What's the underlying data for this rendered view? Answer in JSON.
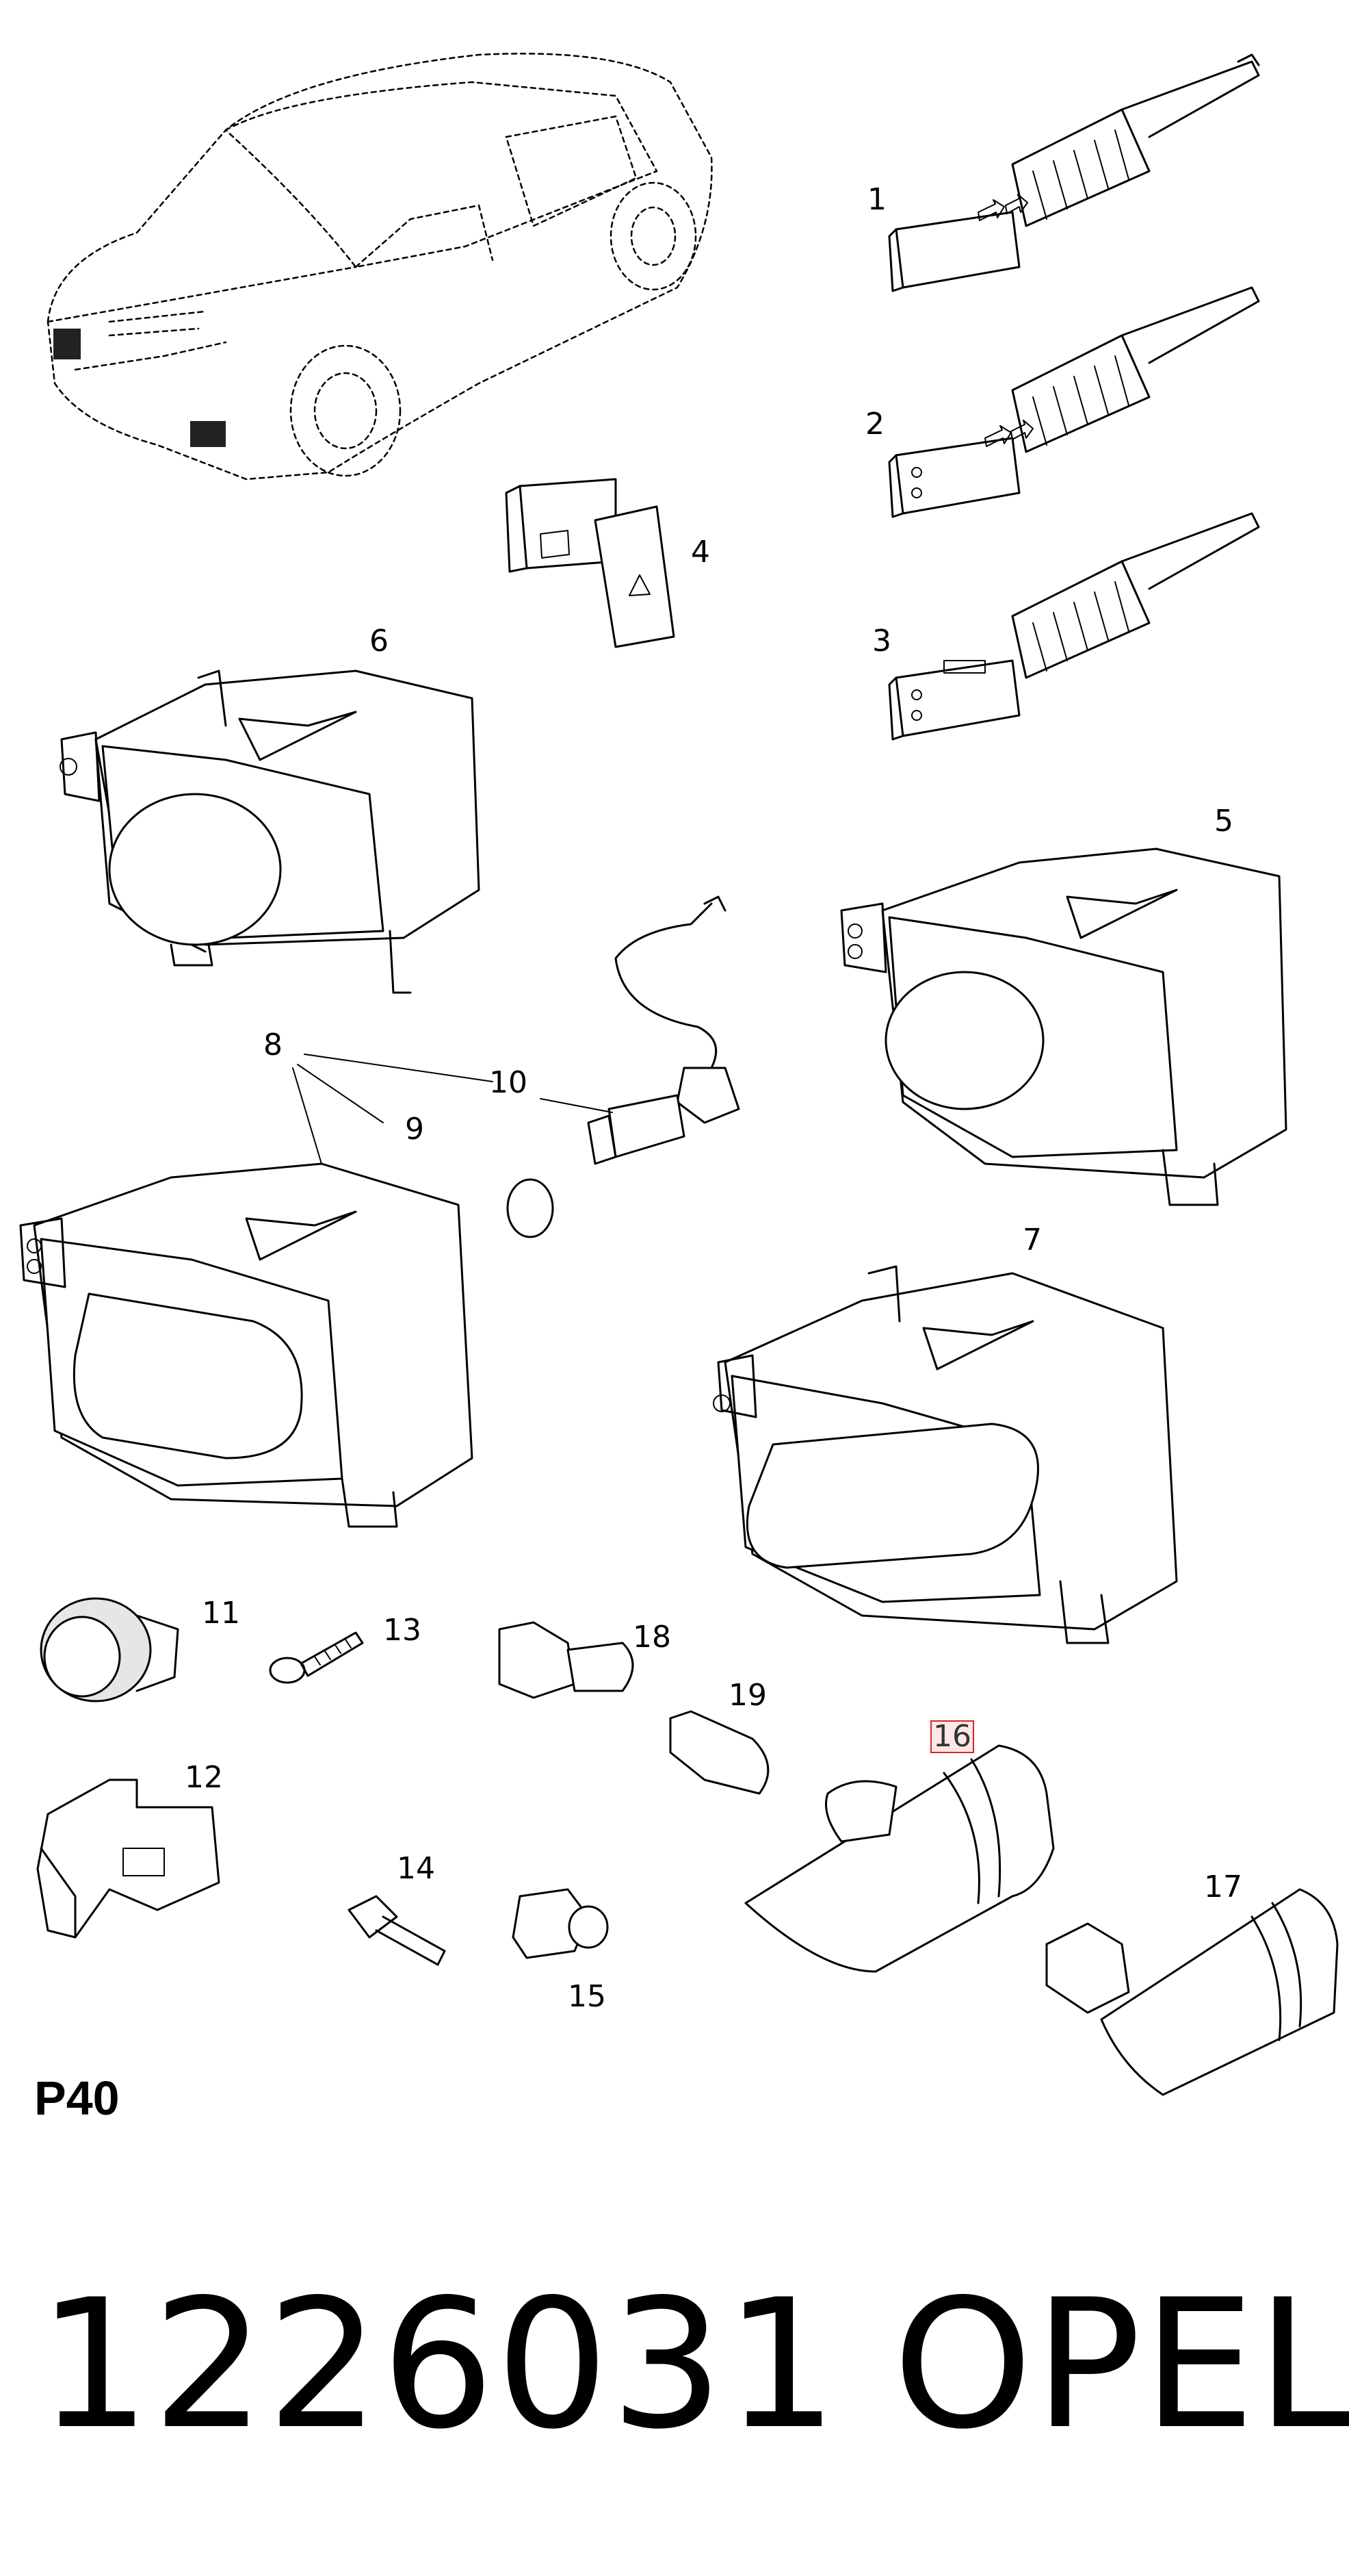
{
  "callouts": {
    "c1": "1",
    "c2": "2",
    "c3": "3",
    "c4": "4",
    "c5": "5",
    "c6": "6",
    "c7": "7",
    "c8": "8",
    "c9": "9",
    "c10": "10",
    "c11": "11",
    "c12": "12",
    "c13": "13",
    "c14": "14",
    "c15": "15",
    "c16": "16",
    "c17": "17",
    "c18": "18",
    "c19": "19"
  },
  "highlighted_callout": "16",
  "highlight_color": "#d62728",
  "section_code": "P40",
  "part_number": "1226031",
  "brand": "OPEL"
}
